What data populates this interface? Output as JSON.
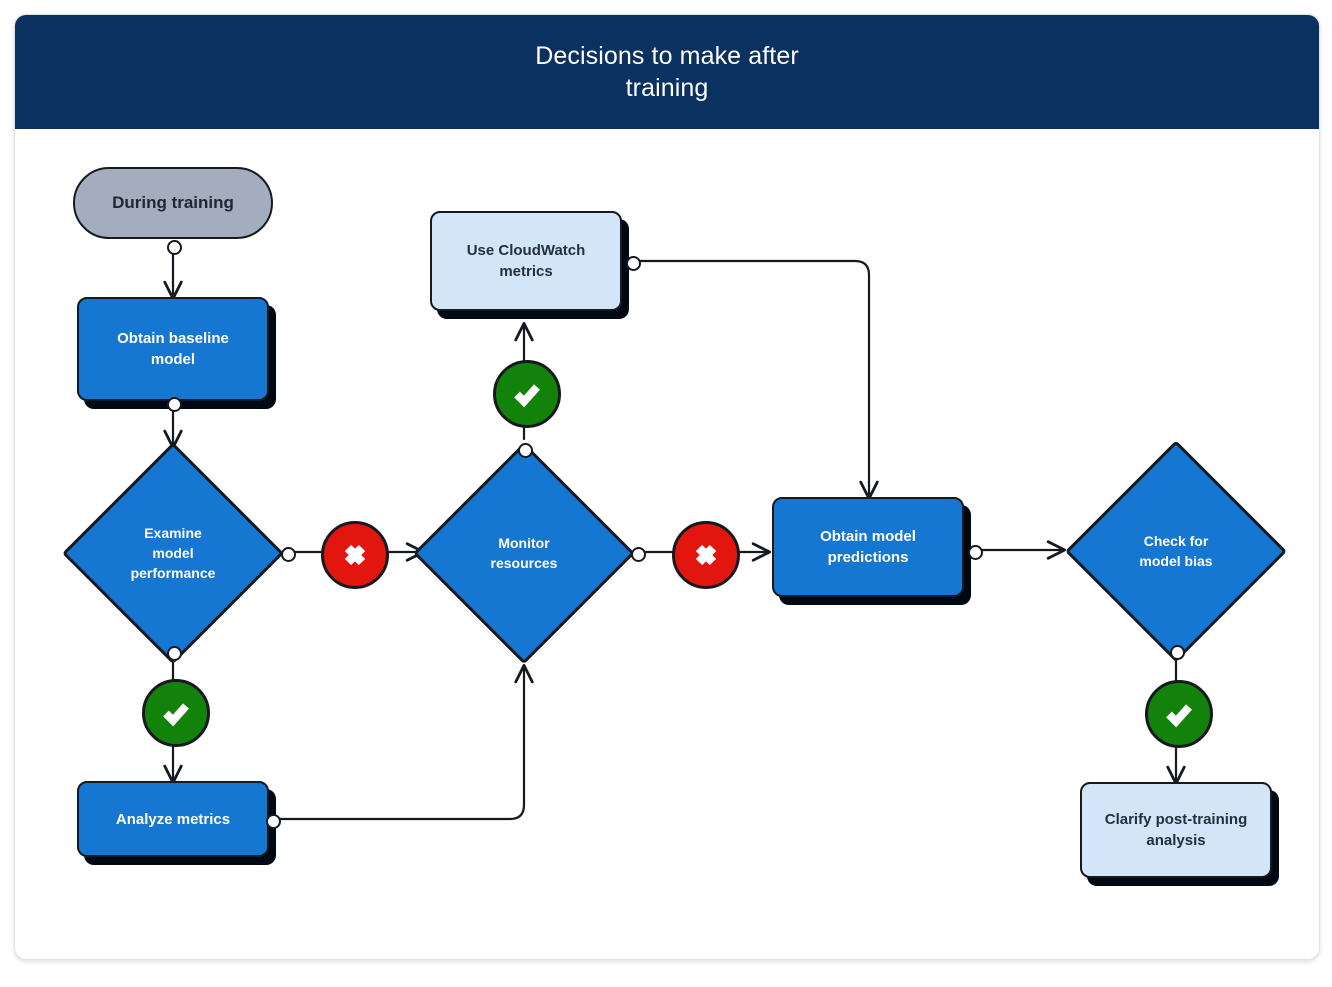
{
  "header": {
    "title": "Decisions to make after\ntraining"
  },
  "colors": {
    "header_bg": "#0a3160",
    "process_blue": "#1577d2",
    "process_light_blue": "#d3e5f8",
    "start_grey": "#a3adbd",
    "pass_green": "#13820b",
    "fail_red": "#e2160f",
    "outline": "#16191f",
    "shadow": "#000814",
    "canvas": "#ffffff"
  },
  "flowchart": {
    "type": "flowchart",
    "nodes": [
      {
        "id": "during-training",
        "label": "During training",
        "shape": "stadium",
        "style": "grey"
      },
      {
        "id": "obtain-baseline",
        "label": "Obtain baseline\nmodel",
        "shape": "process",
        "style": "blue"
      },
      {
        "id": "examine-model",
        "label": "Examine\nmodel\nperformance",
        "shape": "decision",
        "style": "blue"
      },
      {
        "id": "analyze-metrics",
        "label": "Analyze metrics",
        "shape": "process",
        "style": "blue"
      },
      {
        "id": "monitor-resources",
        "label": "Monitor\nresources",
        "shape": "decision",
        "style": "blue"
      },
      {
        "id": "use-cloudwatch",
        "label": "Use CloudWatch\nmetrics",
        "shape": "process",
        "style": "light-blue"
      },
      {
        "id": "obtain-predictions",
        "label": "Obtain model\npredictions",
        "shape": "process",
        "style": "blue"
      },
      {
        "id": "check-bias",
        "label": "Check for\nmodel bias",
        "shape": "decision",
        "style": "blue"
      },
      {
        "id": "clarify-analysis",
        "label": "Clarify post-training\nanalysis",
        "shape": "process",
        "style": "light-blue"
      }
    ],
    "gates": [
      {
        "id": "gate-examine-fail",
        "kind": "fail",
        "icon": "cross-icon",
        "from": "examine-model",
        "to": "monitor-resources"
      },
      {
        "id": "gate-examine-pass",
        "kind": "pass",
        "icon": "check-icon",
        "from": "examine-model",
        "to": "analyze-metrics"
      },
      {
        "id": "gate-monitor-pass",
        "kind": "pass",
        "icon": "check-icon",
        "from": "monitor-resources",
        "to": "use-cloudwatch"
      },
      {
        "id": "gate-monitor-fail",
        "kind": "fail",
        "icon": "cross-icon",
        "from": "monitor-resources",
        "to": "obtain-predictions"
      },
      {
        "id": "gate-bias-pass",
        "kind": "pass",
        "icon": "check-icon",
        "from": "check-bias",
        "to": "clarify-analysis"
      }
    ],
    "edges": [
      {
        "from": "during-training",
        "to": "obtain-baseline",
        "routing": "straight-down"
      },
      {
        "from": "obtain-baseline",
        "to": "examine-model",
        "routing": "straight-down"
      },
      {
        "from": "examine-model",
        "to": "monitor-resources",
        "routing": "straight-right",
        "gate": "gate-examine-fail"
      },
      {
        "from": "examine-model",
        "to": "analyze-metrics",
        "routing": "straight-down",
        "gate": "gate-examine-pass"
      },
      {
        "from": "analyze-metrics",
        "to": "monitor-resources",
        "routing": "right-then-up"
      },
      {
        "from": "monitor-resources",
        "to": "use-cloudwatch",
        "routing": "straight-up",
        "gate": "gate-monitor-pass"
      },
      {
        "from": "monitor-resources",
        "to": "obtain-predictions",
        "routing": "straight-right",
        "gate": "gate-monitor-fail"
      },
      {
        "from": "use-cloudwatch",
        "to": "obtain-predictions",
        "routing": "right-then-down"
      },
      {
        "from": "obtain-predictions",
        "to": "check-bias",
        "routing": "straight-right"
      },
      {
        "from": "check-bias",
        "to": "clarify-analysis",
        "routing": "straight-down",
        "gate": "gate-bias-pass"
      }
    ]
  }
}
